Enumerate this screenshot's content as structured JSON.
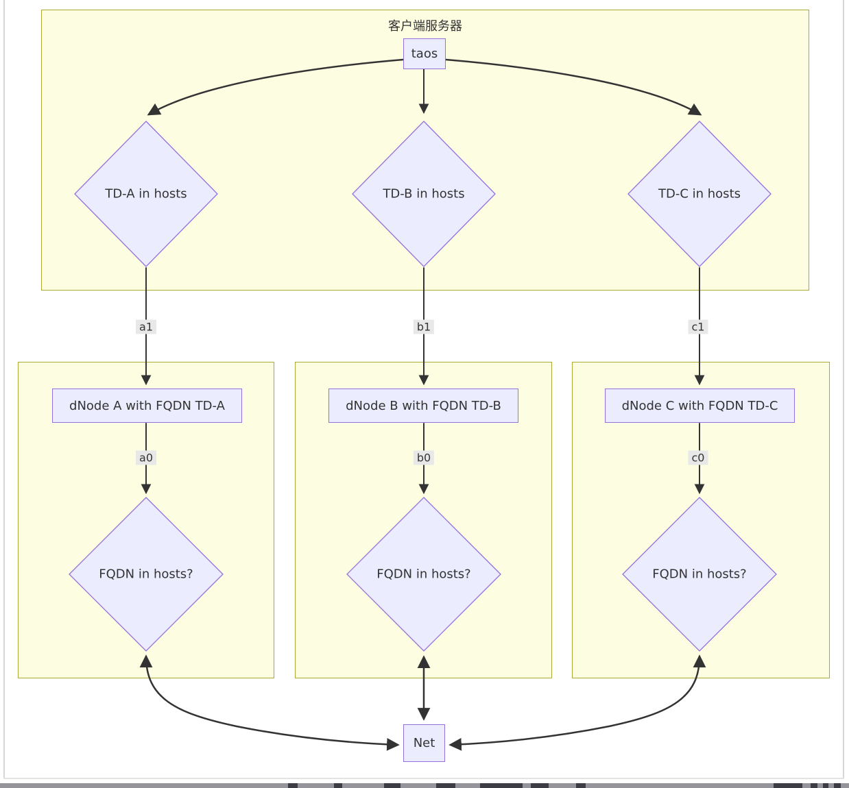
{
  "diagram_type": "flowchart",
  "labels": {
    "cluster_title": "客户端服务器",
    "taos": "taos",
    "td_a": "TD-A in hosts",
    "td_b": "TD-B in hosts",
    "td_c": "TD-C in hosts",
    "edge_a1": "a1",
    "edge_b1": "b1",
    "edge_c1": "c1",
    "dnode_a": "dNode A with FQDN TD-A",
    "dnode_b": "dNode B with FQDN TD-B",
    "dnode_c": "dNode C with FQDN TD-C",
    "edge_a0": "a0",
    "edge_b0": "b0",
    "edge_c0": "c0",
    "fqdn_a": "FQDN in hosts?",
    "fqdn_b": "FQDN in hosts?",
    "fqdn_c": "FQDN in hosts?",
    "net": "Net"
  },
  "colors": {
    "node_fill": "#ECECFF",
    "node_border": "#9370DB",
    "cluster_fill": "#FDFDE2",
    "cluster_border": "#AAAA33",
    "edge_line": "#333333",
    "edge_label_bg": "#E8E8E8",
    "text": "#333333"
  }
}
